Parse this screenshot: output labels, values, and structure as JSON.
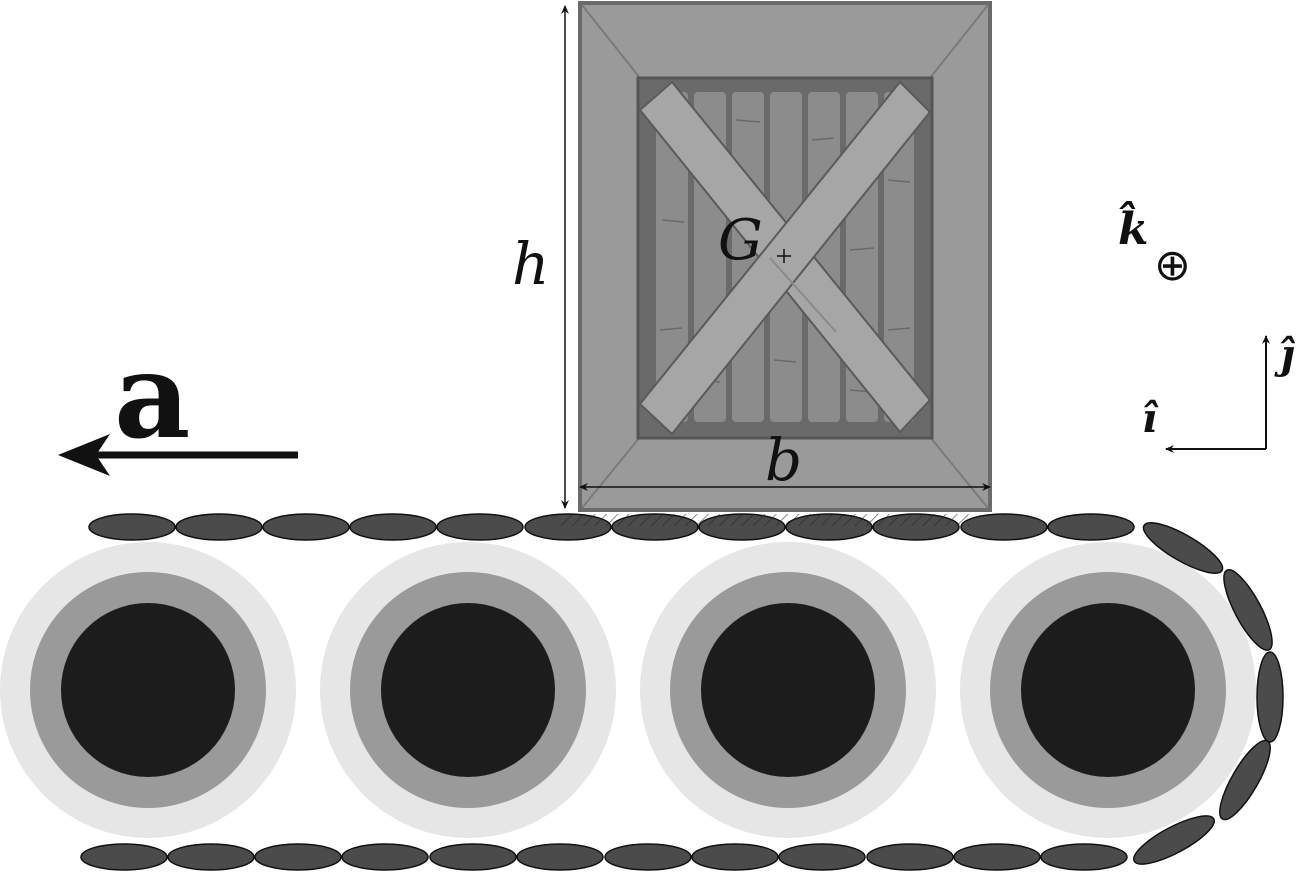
{
  "labels": {
    "acceleration": "a",
    "height": "h",
    "base": "b",
    "center_of_mass": "G",
    "unit_i": "î",
    "unit_j": "ĵ",
    "unit_k": "k̂",
    "into_page_symbol": "⊕"
  },
  "colors": {
    "tread": "#4b4b4b",
    "roller_outer": "#e6e6e6",
    "roller_mid": "#9a9a9a",
    "roller_hub": "#1c1c1c",
    "crate_frame": "#9a9a9a",
    "crate_inner": "#6a6a6a",
    "crate_brace": "#a6a6a6",
    "plank": "#8c8c8c"
  }
}
